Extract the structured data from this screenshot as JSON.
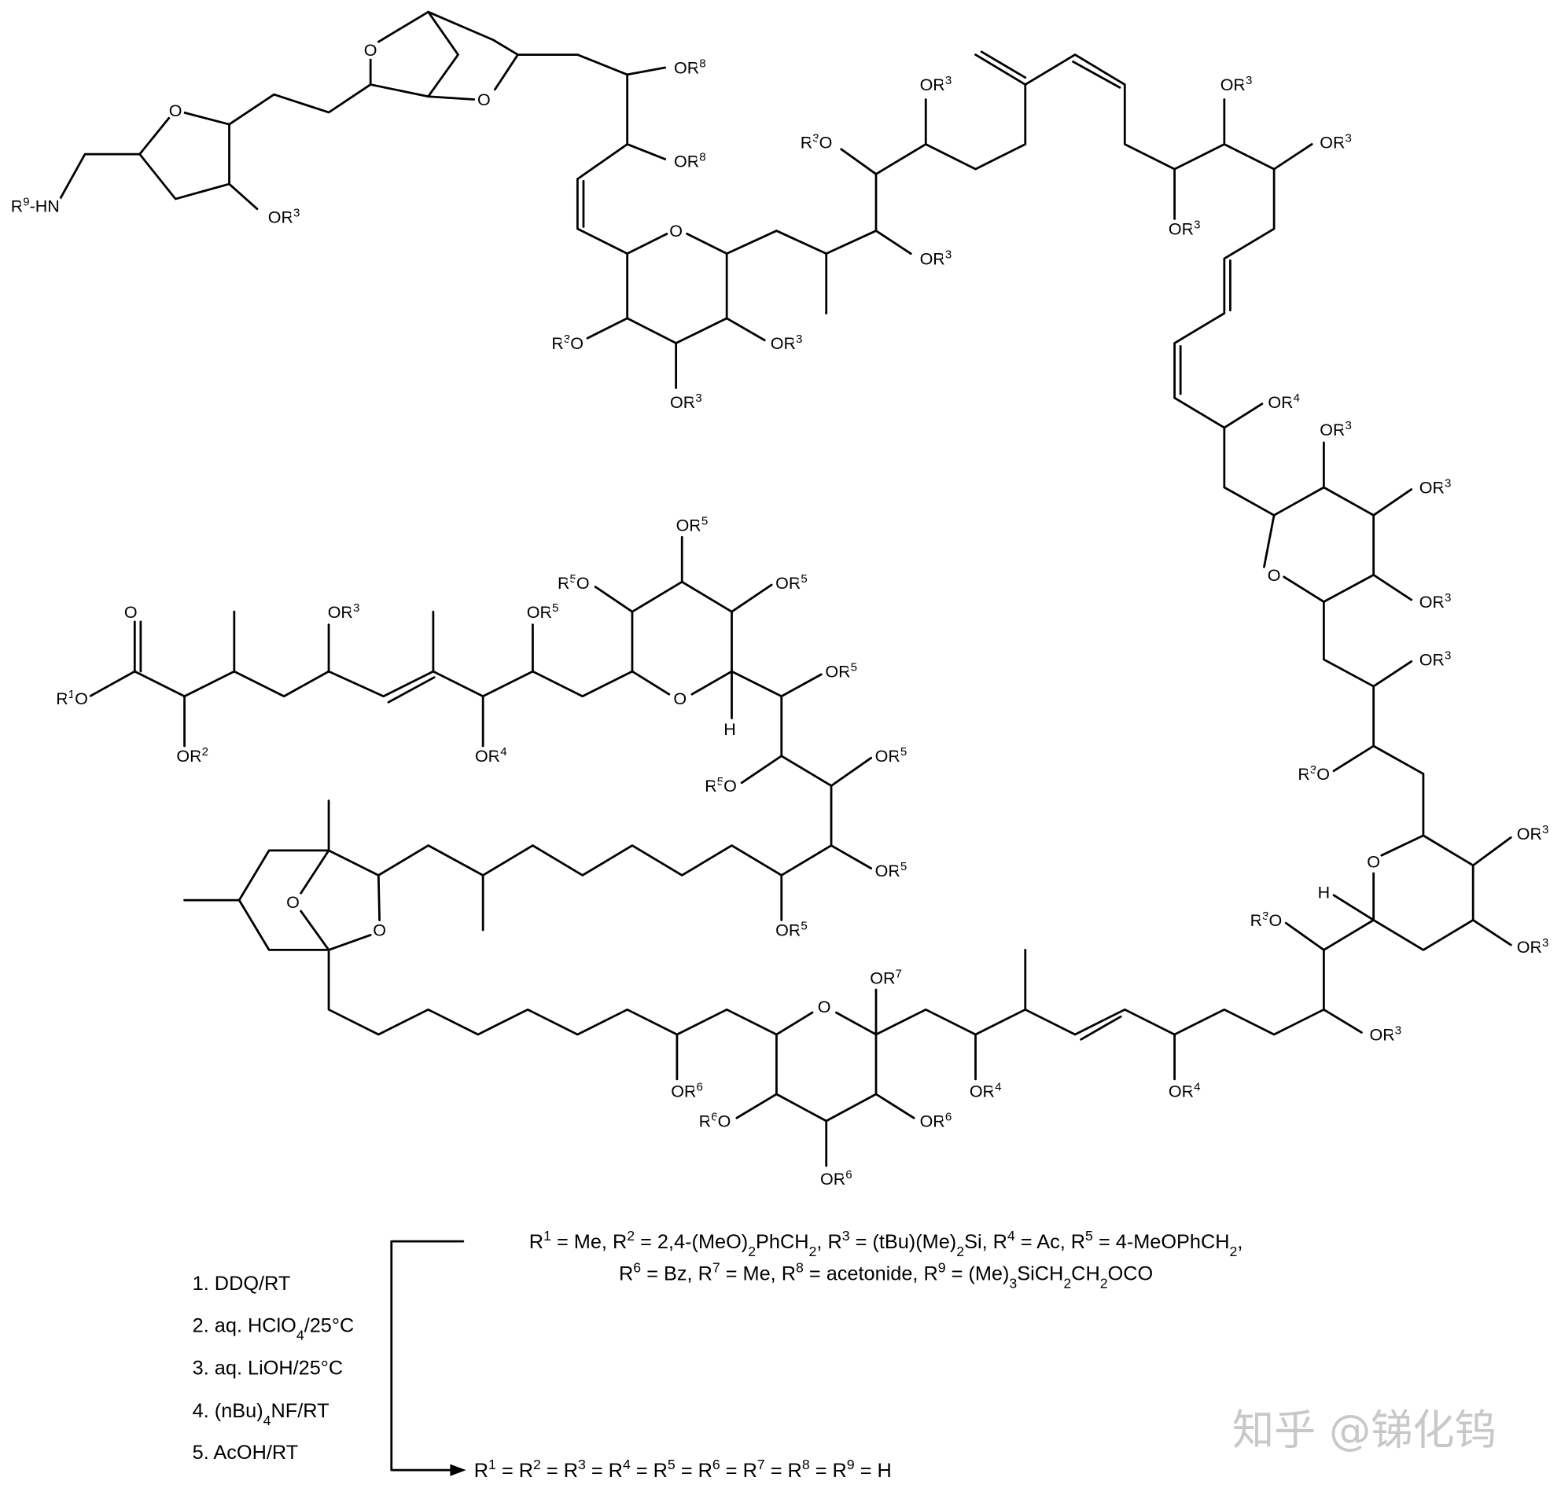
{
  "atom_labels": [
    [
      {
        "t": "R"
      },
      {
        "sup": "9"
      },
      {
        "t": "-HN"
      }
    ],
    [
      {
        "t": "OR"
      },
      {
        "sup": "3"
      }
    ],
    [
      {
        "t": "O"
      }
    ],
    [
      {
        "t": "O"
      }
    ],
    [
      {
        "t": "O"
      }
    ],
    [
      {
        "t": "OR"
      },
      {
        "sup": "8"
      }
    ],
    [
      {
        "t": "OR"
      },
      {
        "sup": "8"
      }
    ],
    [
      {
        "t": "O"
      }
    ],
    [
      {
        "t": "R"
      },
      {
        "sup": "3"
      },
      {
        "t": "O"
      }
    ],
    [
      {
        "t": "OR"
      },
      {
        "sup": "3"
      }
    ],
    [
      {
        "t": "OR"
      },
      {
        "sup": "3"
      }
    ],
    [
      {
        "t": "R"
      },
      {
        "sup": "3"
      },
      {
        "t": "O"
      }
    ],
    [
      {
        "t": "OR"
      },
      {
        "sup": "3"
      }
    ],
    [
      {
        "t": "OR"
      },
      {
        "sup": "3"
      }
    ],
    [
      {
        "t": "OR"
      },
      {
        "sup": "3"
      }
    ],
    [
      {
        "t": "OR"
      },
      {
        "sup": "3"
      }
    ],
    [
      {
        "t": "OR"
      },
      {
        "sup": "3"
      }
    ],
    [
      {
        "t": "OR"
      },
      {
        "sup": "4"
      }
    ],
    [
      {
        "t": "OR"
      },
      {
        "sup": "3"
      }
    ],
    [
      {
        "t": "OR"
      },
      {
        "sup": "3"
      }
    ],
    [
      {
        "t": "O"
      }
    ],
    [
      {
        "t": "OR"
      },
      {
        "sup": "3"
      }
    ],
    [
      {
        "t": "OR"
      },
      {
        "sup": "3"
      }
    ],
    [
      {
        "t": "R"
      },
      {
        "sup": "3"
      },
      {
        "t": "O"
      }
    ],
    [
      {
        "t": "O"
      }
    ],
    [
      {
        "t": "OR"
      },
      {
        "sup": "3"
      }
    ],
    [
      {
        "t": "OR"
      },
      {
        "sup": "3"
      }
    ],
    [
      {
        "t": "H"
      }
    ],
    [
      {
        "t": "R"
      },
      {
        "sup": "3"
      },
      {
        "t": "O"
      }
    ],
    [
      {
        "t": "OR"
      },
      {
        "sup": "3"
      }
    ],
    [
      {
        "t": "OR"
      },
      {
        "sup": "4"
      }
    ],
    [
      {
        "t": "OR"
      },
      {
        "sup": "4"
      }
    ],
    [
      {
        "t": "OR"
      },
      {
        "sup": "7"
      }
    ],
    [
      {
        "t": "O"
      }
    ],
    [
      {
        "t": "OR"
      },
      {
        "sup": "6"
      }
    ],
    [
      {
        "t": "OR"
      },
      {
        "sup": "6"
      }
    ],
    [
      {
        "t": "R"
      },
      {
        "sup": "6"
      },
      {
        "t": "O"
      }
    ],
    [
      {
        "t": "OR"
      },
      {
        "sup": "6"
      }
    ],
    [
      {
        "t": "O"
      }
    ],
    [
      {
        "t": "O"
      }
    ],
    [
      {
        "t": "OR"
      },
      {
        "sup": "5"
      }
    ],
    [
      {
        "t": "OR"
      },
      {
        "sup": "5"
      }
    ],
    [
      {
        "t": "OR"
      },
      {
        "sup": "5"
      }
    ],
    [
      {
        "t": "R"
      },
      {
        "sup": "5"
      },
      {
        "t": "O"
      }
    ],
    [
      {
        "t": "OR"
      },
      {
        "sup": "5"
      }
    ],
    [
      {
        "t": "H"
      }
    ],
    [
      {
        "t": "O"
      }
    ],
    [
      {
        "t": "OR"
      },
      {
        "sup": "5"
      }
    ],
    [
      {
        "t": "R"
      },
      {
        "sup": "5"
      },
      {
        "t": "O"
      }
    ],
    [
      {
        "t": "OR"
      },
      {
        "sup": "5"
      }
    ],
    [
      {
        "t": "OR"
      },
      {
        "sup": "5"
      }
    ],
    [
      {
        "t": "OR"
      },
      {
        "sup": "3"
      }
    ],
    [
      {
        "t": "OR"
      },
      {
        "sup": "4"
      }
    ],
    [
      {
        "t": "OR"
      },
      {
        "sup": "2"
      }
    ],
    [
      {
        "t": "R"
      },
      {
        "sup": "1"
      },
      {
        "t": "O"
      }
    ],
    [
      {
        "t": "O"
      }
    ]
  ],
  "conditions": [
    [
      {
        "t": "1. DDQ/RT"
      }
    ],
    [
      {
        "t": "2. aq. HClO"
      },
      {
        "sub": "4"
      },
      {
        "t": "/25°C"
      }
    ],
    [
      {
        "t": "3. aq. LiOH/25°C"
      }
    ],
    [
      {
        "t": "4. (nBu)"
      },
      {
        "sub": "4"
      },
      {
        "t": "NF/RT"
      }
    ],
    [
      {
        "t": "5. AcOH/RT"
      }
    ]
  ],
  "starting_definitions": [
    [
      {
        "t": "R"
      },
      {
        "sup": "1"
      },
      {
        "t": " = Me, R"
      },
      {
        "sup": "2"
      },
      {
        "t": " = 2,4-(MeO)"
      },
      {
        "sub": "2"
      },
      {
        "t": "PhCH"
      },
      {
        "sub": "2"
      },
      {
        "t": ", R"
      },
      {
        "sup": "3"
      },
      {
        "t": " = (tBu)(Me)"
      },
      {
        "sub": "2"
      },
      {
        "t": "Si, R"
      },
      {
        "sup": "4"
      },
      {
        "t": " = Ac, R"
      },
      {
        "sup": "5"
      },
      {
        "t": " = 4-MeOPhCH"
      },
      {
        "sub": "2"
      },
      {
        "t": ","
      }
    ],
    [
      {
        "t": "R"
      },
      {
        "sup": "6"
      },
      {
        "t": " = Bz, R"
      },
      {
        "sup": "7"
      },
      {
        "t": " = Me, R"
      },
      {
        "sup": "8"
      },
      {
        "t": " = acetonide, R"
      },
      {
        "sup": "9"
      },
      {
        "t": " = (Me)"
      },
      {
        "sub": "3"
      },
      {
        "t": "SiCH"
      },
      {
        "sub": "2"
      },
      {
        "t": "CH"
      },
      {
        "sub": "2"
      },
      {
        "t": "OCO"
      }
    ]
  ],
  "product_definition": [
    {
      "t": "R"
    },
    {
      "sup": "1"
    },
    {
      "t": " = R"
    },
    {
      "sup": "2"
    },
    {
      "t": " = R"
    },
    {
      "sup": "3"
    },
    {
      "t": " = R"
    },
    {
      "sup": "4"
    },
    {
      "t": " = R"
    },
    {
      "sup": "5"
    },
    {
      "t": " = R"
    },
    {
      "sup": "6"
    },
    {
      "t": " = R"
    },
    {
      "sup": "7"
    },
    {
      "t": " = R"
    },
    {
      "sup": "8"
    },
    {
      "t": " = R"
    },
    {
      "sup": "9"
    },
    {
      "t": " = H"
    }
  ],
  "watermark": "知乎 @锑化钨"
}
